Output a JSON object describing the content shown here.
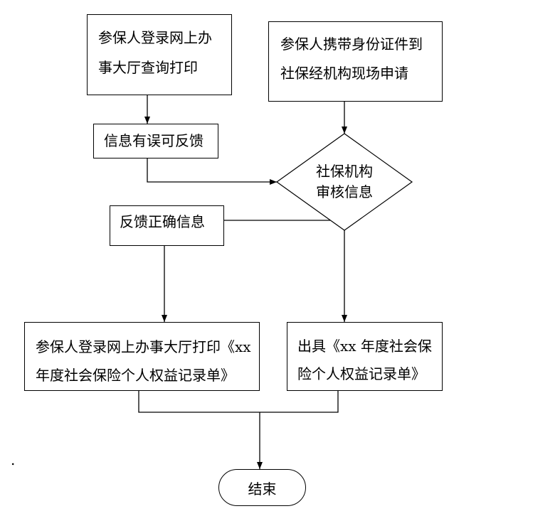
{
  "flowchart": {
    "online_query": [
      "参保人登录网上办",
      "事大厅查询打印"
    ],
    "onsite_application": [
      "参保人携带身份证件到",
      "社保经机构现场申请"
    ],
    "error_feedback": "信息有误可反馈",
    "review_decision": [
      "社保机构",
      "审核信息"
    ],
    "correct_feedback": "反馈正确信息",
    "online_print": [
      "参保人登录网上办事大厅打印《xx",
      "年度社会保险个人权益记录单》"
    ],
    "issue_record": [
      "出具《xx 年度社会保",
      "险个人权益记录单》"
    ],
    "end": "结束"
  },
  "margin_mark": "."
}
